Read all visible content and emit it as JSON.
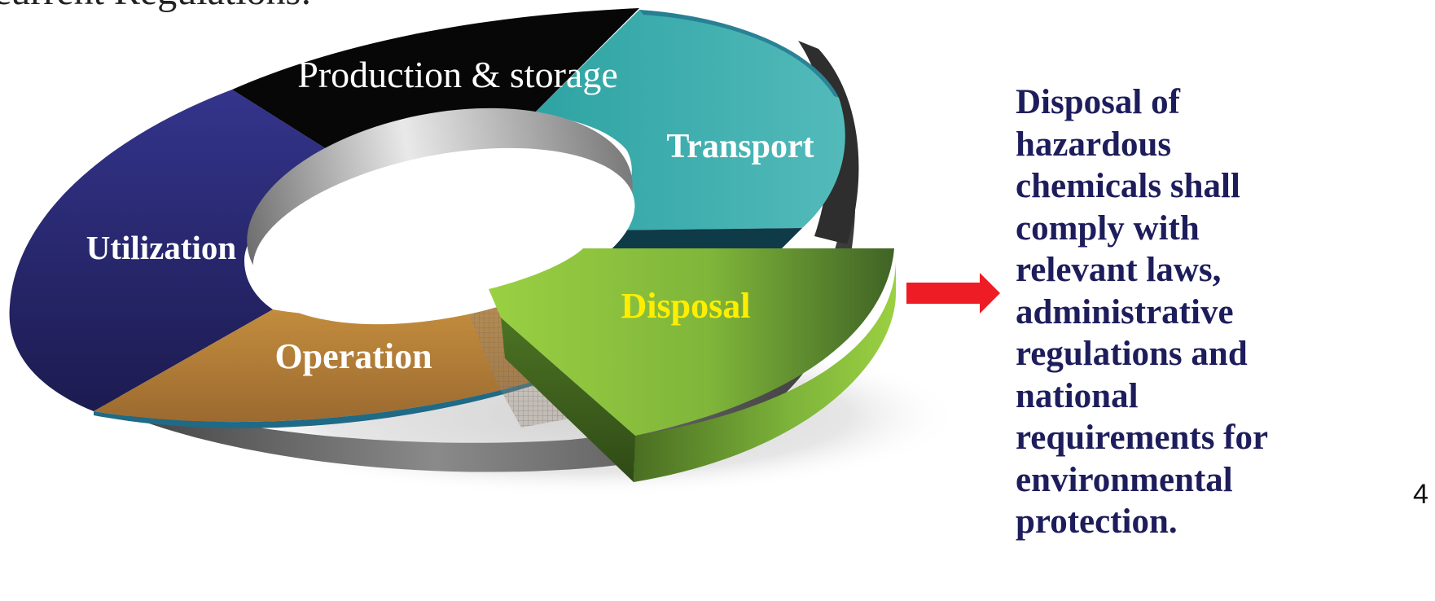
{
  "slide": {
    "heading": "current Regulations:",
    "page_number": "4"
  },
  "cycle": {
    "segments": [
      {
        "id": "production",
        "label": "Production & storage",
        "color": "#0a0a0a"
      },
      {
        "id": "transport",
        "label": "Transport",
        "color": "#3aa7a9"
      },
      {
        "id": "disposal",
        "label": "Disposal",
        "color": "#8cc63f",
        "label_color": "#ffee00"
      },
      {
        "id": "operation",
        "label": "Operation",
        "color": "#b9843b"
      },
      {
        "id": "utilization",
        "label": "Utilization",
        "color": "#2b2b73"
      }
    ],
    "highlighted_segment": "Disposal"
  },
  "arrow": {
    "color": "#ee1c25"
  },
  "description": {
    "lines": [
      "Disposal of",
      "hazardous",
      "chemicals shall",
      "comply with",
      "relevant laws,",
      "administrative",
      "regulations and",
      "national",
      "requirements for",
      "environmental",
      "protection."
    ],
    "color": "#1e1d5c"
  }
}
